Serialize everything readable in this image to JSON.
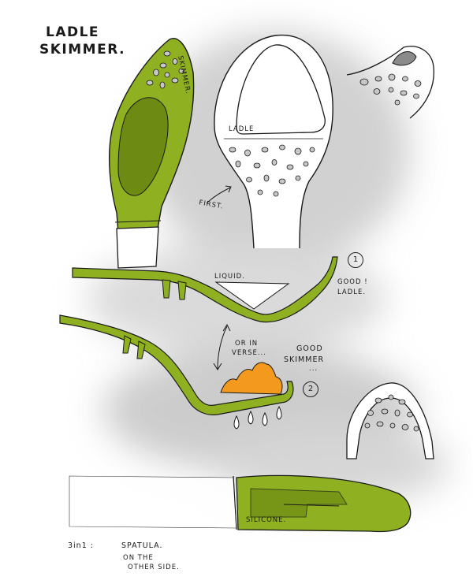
{
  "title": {
    "line1": "LADLE",
    "line2": "SKIMMER."
  },
  "labels": {
    "skimmer_side": "SKIMMER.",
    "ladle": "LADLE",
    "first": "FIRST.",
    "liquid": "LIQUID.",
    "good_ladle_1": "GOOD !",
    "good_ladle_2": "LADLE.",
    "or_inverse_1": "OR IN",
    "or_inverse_2": "VERSE...",
    "or_inverse_3": "",
    "good_skimmer_1": "GOOD",
    "good_skimmer_2": "SKIMMER",
    "good_skimmer_3": "...",
    "silicone": "SILICONE.",
    "three_in_one": "3in1 :",
    "spatula_1": "SPATULA.",
    "spatula_2": "ON THE",
    "spatula_3": "OTHER SIDE.",
    "step1": "1",
    "step2": "2"
  },
  "colors": {
    "silicone_green": "#8fb020",
    "silicone_green_dark": "#6d8a12",
    "food_orange": "#f39a1e",
    "shadow_grey": "#c9c9c9",
    "ink": "#1a1a1a"
  }
}
